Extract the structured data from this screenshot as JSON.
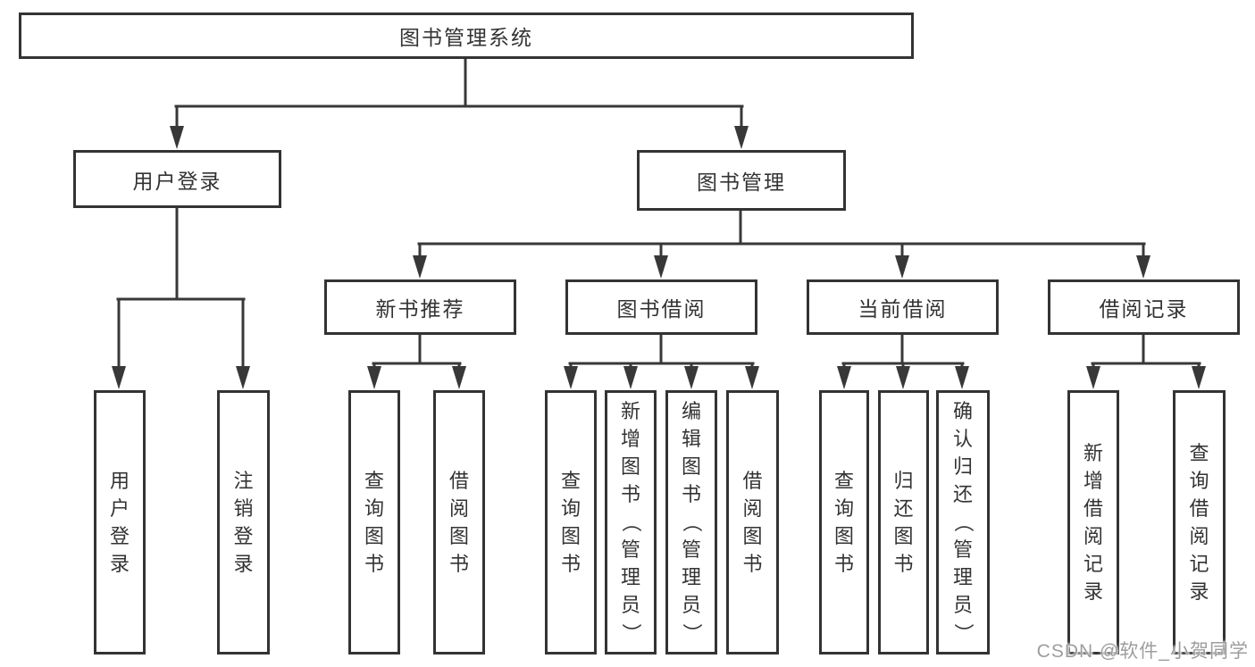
{
  "colors": {
    "line": "#383838",
    "border": "#333333",
    "text": "#333333",
    "background": "#ffffff",
    "watermark": "#9d9d9d"
  },
  "nodes": {
    "root": {
      "label": "图书管理系统"
    },
    "login": {
      "label": "用户登录"
    },
    "mgmt": {
      "label": "图书管理"
    },
    "new_books": {
      "label": "新书推荐"
    },
    "borrow": {
      "label": "图书借阅"
    },
    "current": {
      "label": "当前借阅"
    },
    "records": {
      "label": "借阅记录"
    },
    "login_user": {
      "label": "用户登录"
    },
    "login_logout": {
      "label": "注销登录"
    },
    "nb_query": {
      "label": "查询图书"
    },
    "nb_borrow": {
      "label": "借阅图书"
    },
    "bw_query": {
      "label": "查询图书"
    },
    "bw_add": {
      "label": "新增图书（管理员）"
    },
    "bw_edit": {
      "label": "编辑图书（管理员）"
    },
    "bw_borrow": {
      "label": "借阅图书"
    },
    "cur_query": {
      "label": "查询图书"
    },
    "cur_return": {
      "label": "归还图书"
    },
    "cur_confirm": {
      "label": "确认归还（管理员）"
    },
    "rec_add": {
      "label": "新增借阅记录"
    },
    "rec_query": {
      "label": "查询借阅记录"
    }
  },
  "edges": [
    [
      "root",
      "login"
    ],
    [
      "root",
      "mgmt"
    ],
    [
      "login",
      "login_user"
    ],
    [
      "login",
      "login_logout"
    ],
    [
      "mgmt",
      "new_books"
    ],
    [
      "mgmt",
      "borrow"
    ],
    [
      "mgmt",
      "current"
    ],
    [
      "mgmt",
      "records"
    ],
    [
      "new_books",
      "nb_query"
    ],
    [
      "new_books",
      "nb_borrow"
    ],
    [
      "borrow",
      "bw_query"
    ],
    [
      "borrow",
      "bw_add"
    ],
    [
      "borrow",
      "bw_edit"
    ],
    [
      "borrow",
      "bw_borrow"
    ],
    [
      "current",
      "cur_query"
    ],
    [
      "current",
      "cur_return"
    ],
    [
      "current",
      "cur_confirm"
    ],
    [
      "records",
      "rec_add"
    ],
    [
      "records",
      "rec_query"
    ]
  ],
  "watermark": {
    "text": "CSDN @软件_小贺同学"
  }
}
